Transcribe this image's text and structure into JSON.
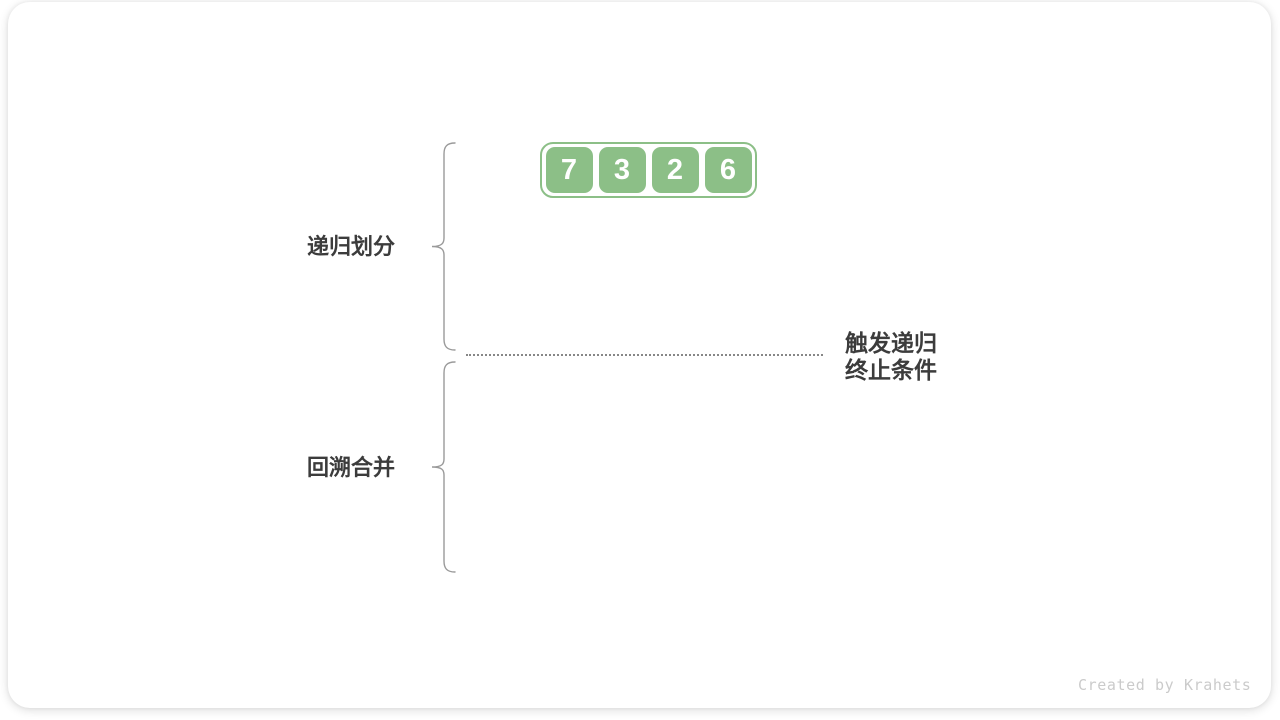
{
  "array": {
    "values": [
      "7",
      "3",
      "2",
      "6"
    ]
  },
  "labels": {
    "recursive_partition": "递归划分",
    "backtrack_merge": "回溯合并"
  },
  "annotation": {
    "line1": "触发递归",
    "line2": "终止条件"
  },
  "watermark": "Created by Krahets",
  "colors": {
    "cell_green": "#8CBF87",
    "cell_text": "#FFFFFF",
    "label_text": "#3C3C3C",
    "brace_gray": "#9A9A9A",
    "dotted_gray": "#878787",
    "watermark_gray": "#CBCBCB",
    "card_bg": "#FFFFFF"
  }
}
